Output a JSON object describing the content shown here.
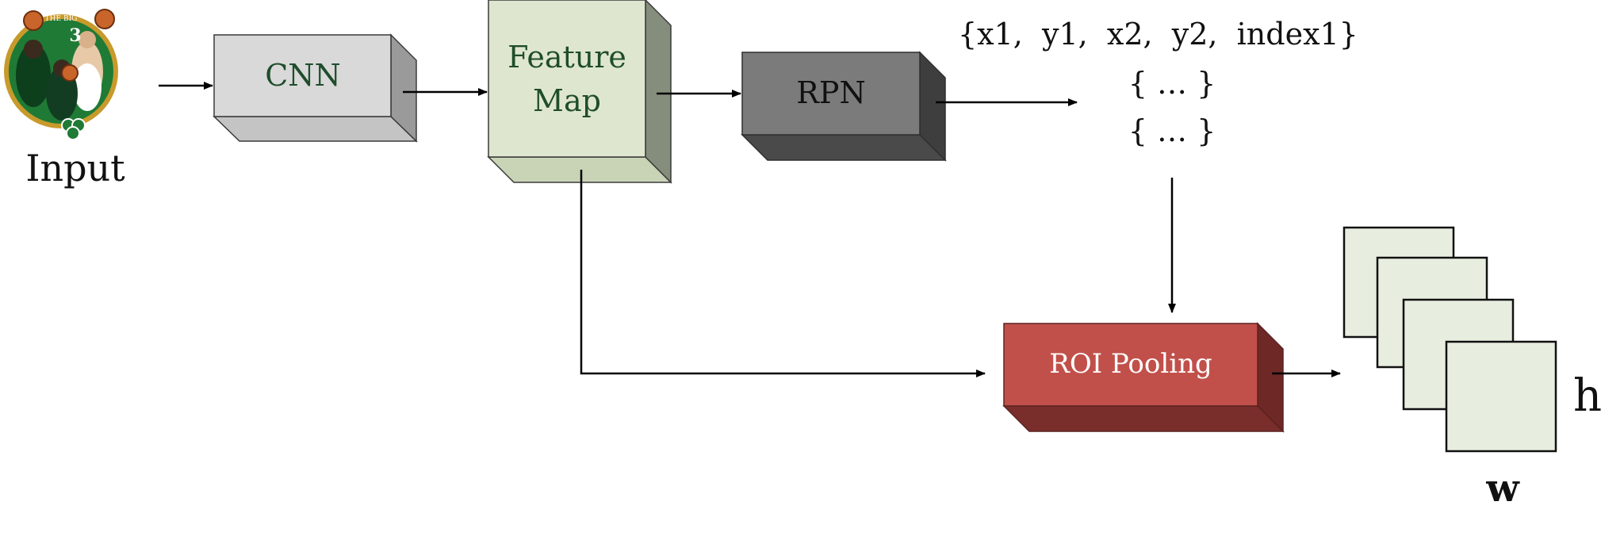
{
  "input": {
    "label": "Input",
    "logo": {
      "description_icon": "basketball-team-logo",
      "badge_number": "3",
      "badge_text": "THE BIG",
      "colors": {
        "ring": "#c89a2b",
        "field": "#1f7a35",
        "dark": "#0d3f1c"
      }
    }
  },
  "boxes": {
    "cnn": {
      "label": "CNN",
      "colors": {
        "front": "#d9d9d9",
        "top": "#c4c4c4",
        "side": "#9a9a9a",
        "text": "#1f4d2c"
      }
    },
    "feature_map": {
      "label_line1": "Feature",
      "label_line2": "Map",
      "colors": {
        "front": "#dfe6cf",
        "top": "#c9d3b6",
        "side": "#858d7c",
        "text": "#1f4d2c"
      }
    },
    "rpn": {
      "label": "RPN",
      "colors": {
        "front": "#7b7b7b",
        "top": "#5e5e5e",
        "side": "#4a4a4a",
        "text": "#111111"
      }
    },
    "roi_pooling": {
      "label": "ROI Pooling",
      "colors": {
        "front": "#c1504a",
        "top": "#b1443f",
        "side": "#7a2e2b",
        "text": "#ffffff"
      }
    }
  },
  "proposals": {
    "line1": "{x1,  y1,  x2,  y2,  index1}",
    "line2": "{ … }",
    "line3": "{ … }"
  },
  "output": {
    "height_label": "h",
    "width_label": "w",
    "stack_color": "#e8eedf"
  },
  "colors": {
    "arrow": "#000000",
    "edge": "#3a3a3a"
  }
}
